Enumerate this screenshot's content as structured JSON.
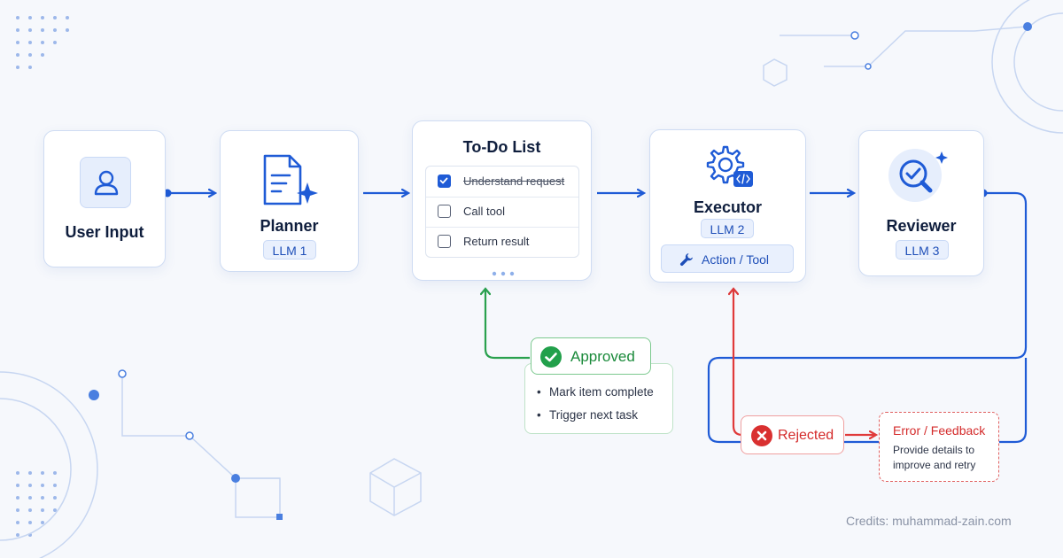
{
  "nodes": {
    "user_input": {
      "title": "User Input"
    },
    "planner": {
      "title": "Planner",
      "badge": "LLM 1"
    },
    "todo": {
      "title": "To-Do List",
      "items": [
        {
          "label": "Understand request",
          "checked": true
        },
        {
          "label": "Call tool",
          "checked": false
        },
        {
          "label": "Return result",
          "checked": false
        }
      ]
    },
    "executor": {
      "title": "Executor",
      "badge": "LLM 2",
      "action_label": "Action / Tool"
    },
    "reviewer": {
      "title": "Reviewer",
      "badge": "LLM 3"
    }
  },
  "approved": {
    "label": "Approved",
    "items": [
      "Mark item complete",
      "Trigger next task"
    ]
  },
  "rejected": {
    "label": "Rejected"
  },
  "error_feedback": {
    "title": "Error / Feedback",
    "body": "Provide details to improve and retry"
  },
  "credits": "Credits: muhammad-zain.com",
  "colors": {
    "primary": "#1f5bd6",
    "success": "#1a8a3a",
    "error": "#d42b2b"
  },
  "icons": [
    "user-icon",
    "document-sparkle-icon",
    "gear-code-icon",
    "magnifier-check-icon",
    "wrench-icon",
    "check-circle-icon",
    "x-circle-icon"
  ]
}
